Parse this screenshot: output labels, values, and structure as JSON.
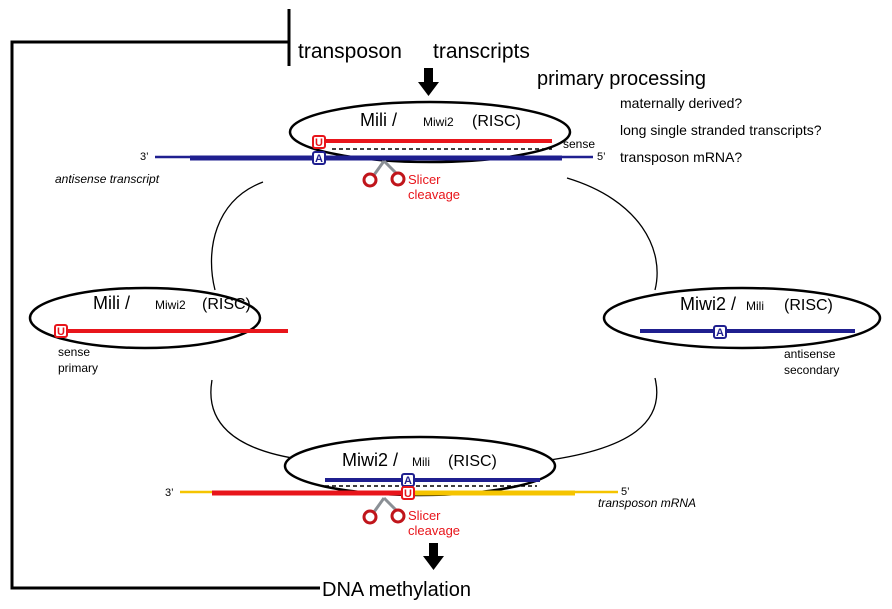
{
  "title": {
    "left": "transposon",
    "right": "transcripts"
  },
  "primary_processing": {
    "heading": "primary processing",
    "options": [
      "maternally derived?",
      "long single stranded transcripts?",
      "transposon  mRNA?"
    ]
  },
  "top_complex": {
    "main": "Mili /",
    "sub": "Miwi2",
    "tag": "(RISC)",
    "strand_label": "sense",
    "end3": "3’",
    "end5": "5’",
    "substrate": "antisense   transcript"
  },
  "left_complex": {
    "main": "Mili /",
    "sub": "Miwi2",
    "tag": "(RISC)",
    "label_line1": "sense",
    "label_line2": "primary"
  },
  "right_complex": {
    "main": "Miwi2 /",
    "sub": "Mili",
    "tag": "(RISC)",
    "label_line1": "antisense",
    "label_line2": "secondary"
  },
  "bottom_complex": {
    "main": "Miwi2 /",
    "sub": "Mili",
    "tag": "(RISC)",
    "end3": "3’",
    "end5": "5’",
    "substrate": "transposon    mRNA"
  },
  "slicer_top": {
    "line1": "Slicer",
    "line2": "cleavage"
  },
  "slicer_bottom": {
    "line1": "Slicer",
    "line2": "cleavage"
  },
  "nucleotides": {
    "u": "U",
    "a": "A"
  },
  "output": "DNA  methylation",
  "colors": {
    "sense_red": "#e8151b",
    "antisense_blue": "#1f1f8f",
    "mrna_yellow": "#f5c400",
    "slicer_text": "#e8151b"
  }
}
